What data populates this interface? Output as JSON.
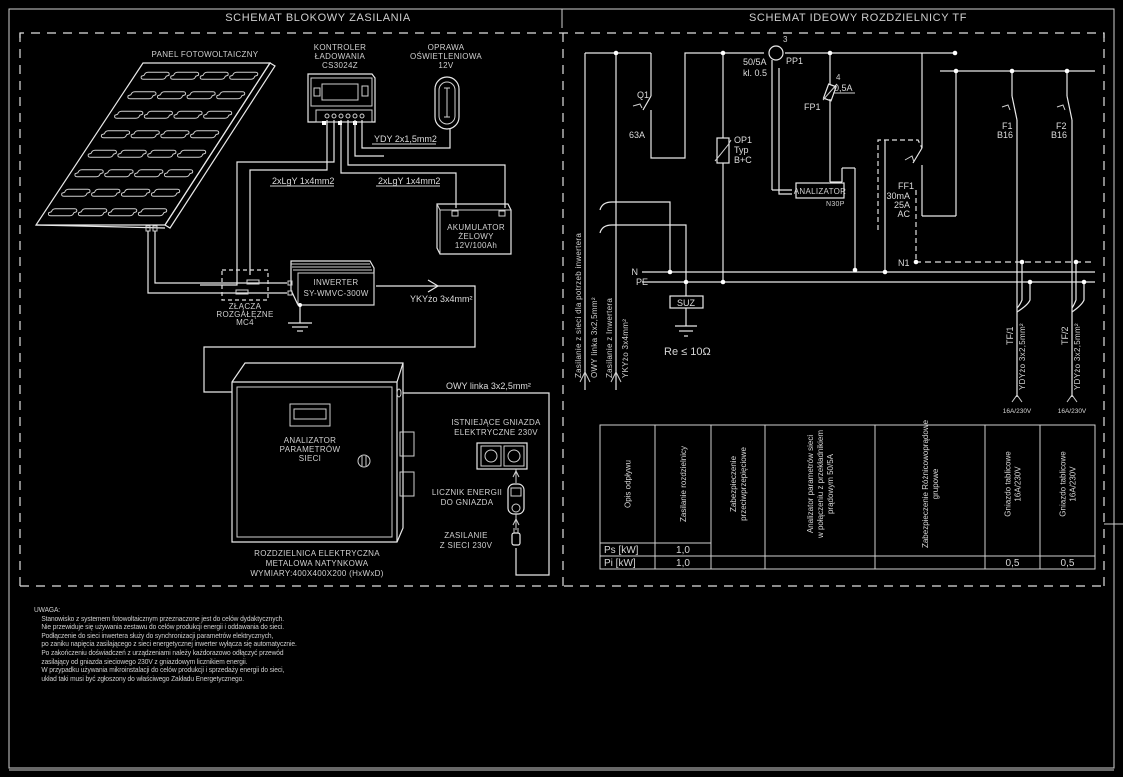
{
  "titles": {
    "left": "SCHEMAT BLOKOWY ZASILANIA",
    "right": "SCHEMAT IDEOWY ROZDZIELNICY TF"
  },
  "block_diagram": {
    "pv_panel": "PANEL FOTOWOLTAICZNY",
    "controller": [
      "KONTROLER",
      "ŁADOWANIA",
      "CS3024Z"
    ],
    "lamp": [
      "OPRAWA",
      "OŚWIETLENIOWA",
      "12V"
    ],
    "cable_lamp": "YDY 2x1,5mm2",
    "cable_pv": "2xLgY 1x4mm2",
    "cable_battery": "2xLgY 1x4mm2",
    "battery": [
      "AKUMULATOR",
      "ŻELOWY",
      "12V/100Ah"
    ],
    "inverter": [
      "INWERTER",
      "SY-WMVC-300W"
    ],
    "connectors": [
      "ZŁĄCZA",
      "ROZGAŁĘZNE",
      "MC4"
    ],
    "cable_inverter": "YKYżo 3x4mm²",
    "cable_owy": "OWY linka 3x2,5mm²",
    "analyzer": [
      "ANALIZATOR",
      "PARAMETRÓW",
      "SIECI"
    ],
    "sockets": [
      "ISTNIEJĄCE GNIAZDA",
      "ELEKTRYCZNE 230V"
    ],
    "meter": [
      "LICZNIK ENERGII",
      "DO GNIAZDA"
    ],
    "supply": [
      "ZASILANIE",
      "Z SIECI 230V"
    ],
    "cabinet": [
      "ROZDZIELNICA ELEKTRYCZNA",
      "METALOWA NATYNKOWA",
      "WYMIARY:400X400X200 (HxWxD)"
    ]
  },
  "schematic": {
    "q1": "Q1",
    "q1_rating": "63A",
    "ct": [
      "50/5A",
      "kl. 0.5"
    ],
    "ct_id": "PP1",
    "ct_num": "3",
    "fuse_num": "4",
    "fuse_rating": "0,5A",
    "fuse_id": "FP1",
    "surge": [
      "OP1",
      "Typ",
      "B+C"
    ],
    "analyzer": "ANALIZATOR",
    "analyzer_model": "N30P",
    "rcd": [
      "FF1",
      "30mA",
      "25A",
      "AC"
    ],
    "f1": [
      "F1",
      "B16"
    ],
    "f2": [
      "F2",
      "B16"
    ],
    "n_label": "N",
    "pe_label": "PE",
    "n1_label": "N1",
    "suz": "SUZ",
    "earth_res": "Re ≤ 10Ω",
    "feed1": [
      "Zasilanie z sieci dla potrzeb inwertera",
      "OWY linka 3x2,5mm²"
    ],
    "feed2": [
      "Zasilanie z Inwertera",
      "YKYżo 3x4mm²"
    ],
    "circuit1": [
      "TF/1",
      "YDYżo 3x2,5mm²"
    ],
    "circuit2": [
      "TF/2",
      "YDYżo 3x2,5mm²"
    ],
    "socket_rating": "16A/230V"
  },
  "table": {
    "columns": [
      "Opis odpływu",
      "Zasilanie rozdzielnicy",
      "Zabezpieczenie przeciwprzepięciowe",
      "Analizator parametrów sieci w połączeniu z przekładnikiem prądowym 50/5A",
      "Zabezpieczenie Różnicowoprądowe grupowe",
      "Gniazdo tablicowe 16A/230V",
      "Gniazdo tablicowe 16A/230V"
    ],
    "rows": [
      {
        "label": "Ps [kW]",
        "values": [
          "1,0",
          "",
          "",
          "",
          "",
          ""
        ]
      },
      {
        "label": "Pi [kW]",
        "values": [
          "1,0",
          "",
          "",
          "",
          "0,5",
          "0,5"
        ]
      }
    ]
  },
  "note": {
    "head": "UWAGA:",
    "lines": [
      "Stanowisko z systemem fotowoltaicznym przeznaczone jest do celów dydaktycznych.",
      "Nie przewiduje się używania zestawu do celów produkcji energii i oddawania do sieci.",
      "Podłączenie do sieci inwertera służy do synchronizacji parametrów elektrycznych,",
      "po zaniku napięcia zasilającego z sieci energetycznej inwerter wyłącza się automatycznie.",
      "Po zakończeniu doświadczeń z urządzeniami należy każdorazowo odłączyć przewód",
      "zasilający od gniazda sieciowego 230V z gniazdowym licznikiem energii.",
      "W przypadku używania mikroinstalacji do celów produkcji i sprzedaży energii do sieci,",
      "układ taki musi być zgłoszony do właściwego Zakładu Energetycznego."
    ]
  }
}
